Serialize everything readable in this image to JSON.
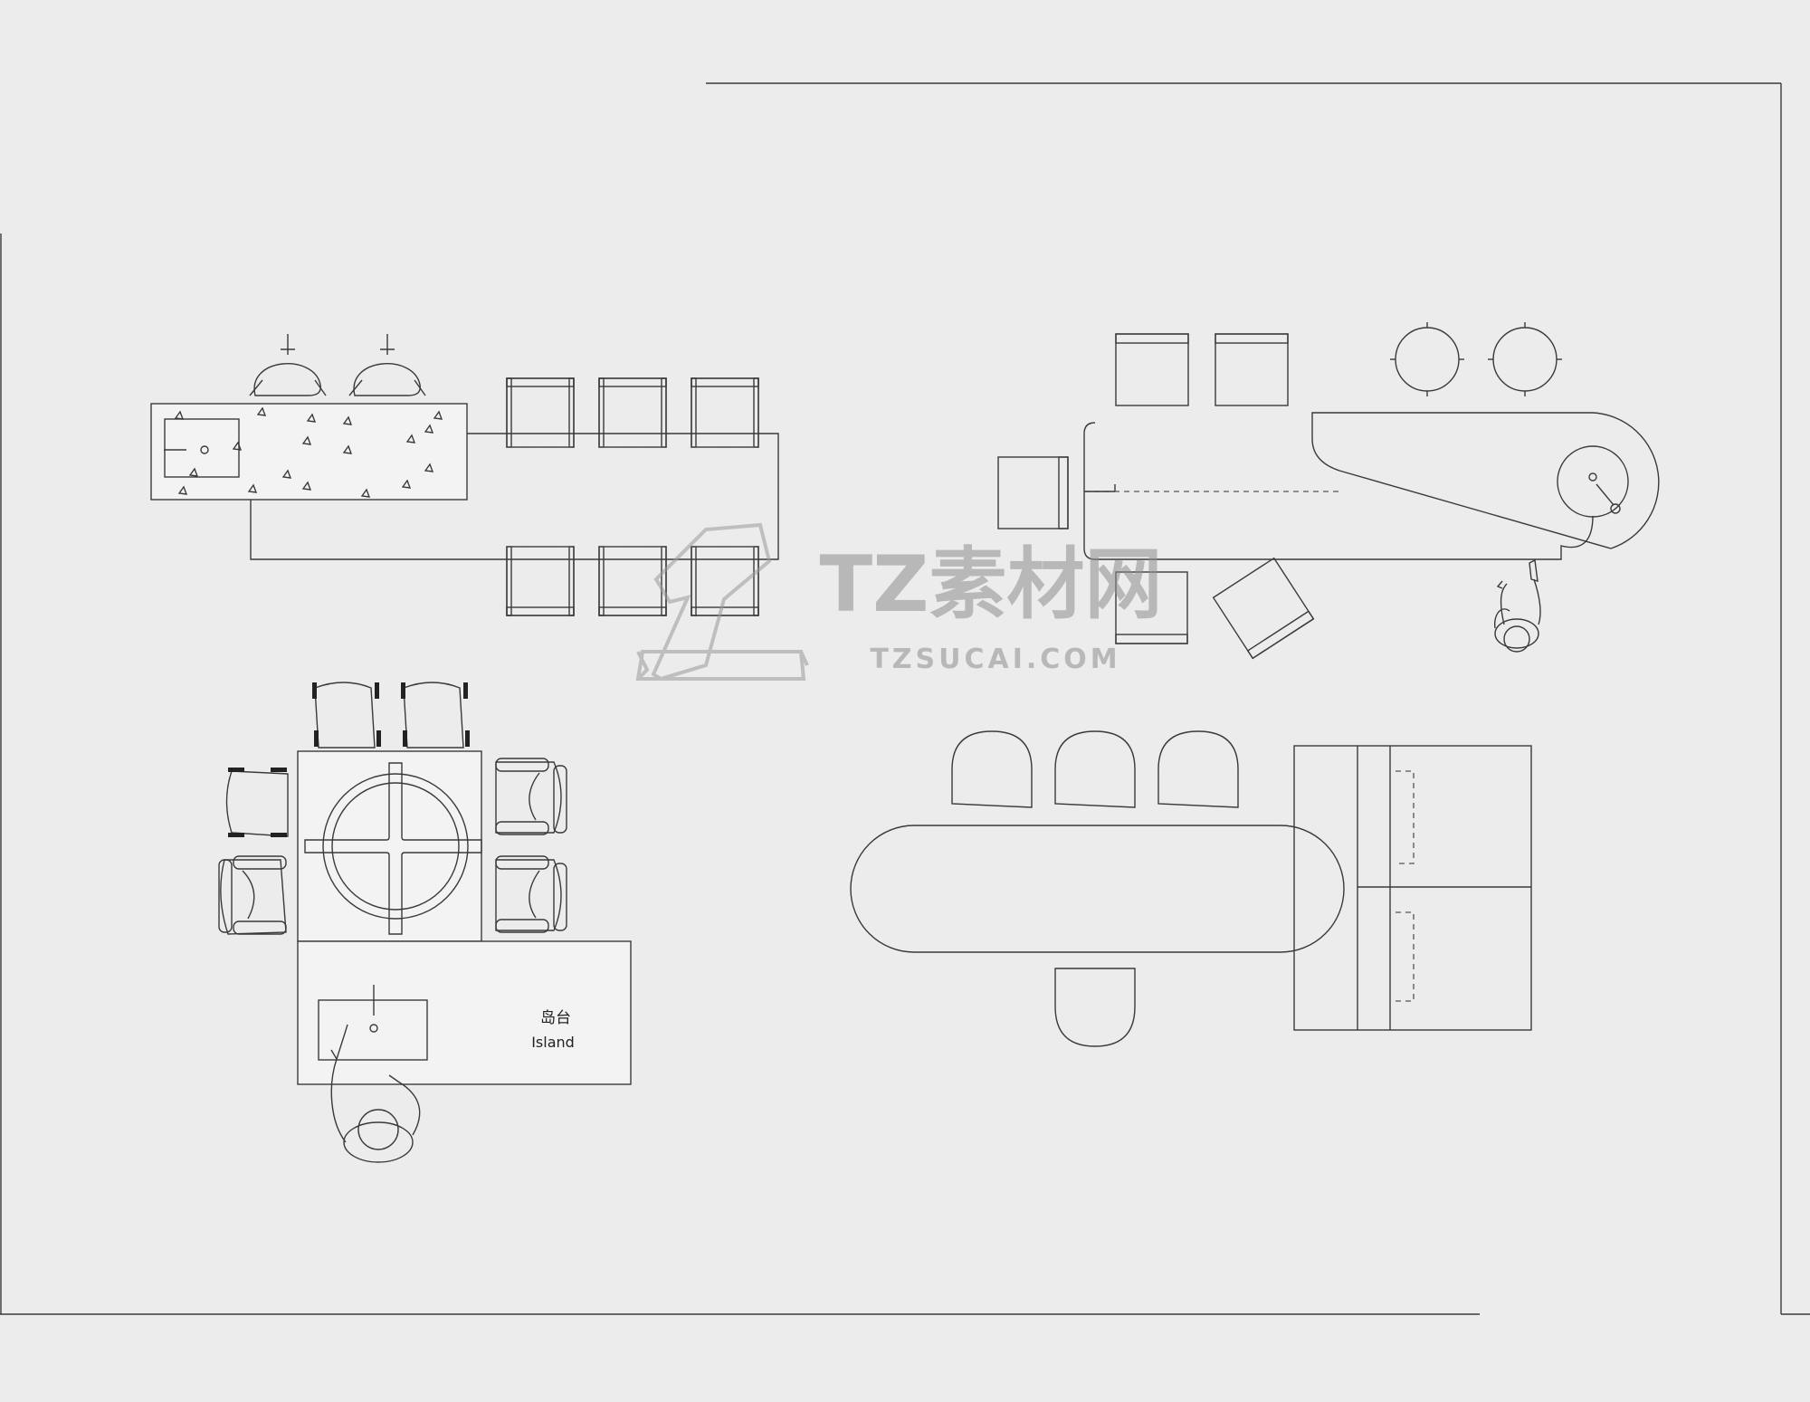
{
  "island": {
    "label_cn": "岛台",
    "label_en": "Island"
  },
  "watermark": {
    "brand": "TZ素材网",
    "url": "TZSUCAI.COM"
  },
  "colors": {
    "paper": "#ececec",
    "line": "#3a3a3a",
    "watermark": "#9a9a9a"
  }
}
